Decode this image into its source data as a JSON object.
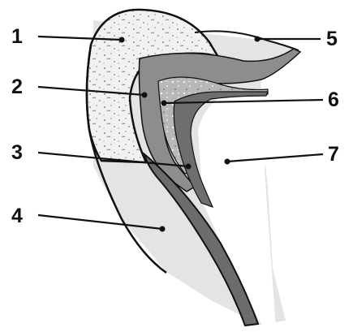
{
  "labels": [
    "1",
    "2",
    "3",
    "4",
    "5",
    "6",
    "7"
  ],
  "colors": {
    "outer_pale": "#e4e4e4",
    "speckled_light": "#f1f1f1",
    "band_mid": "#8d8d8d",
    "inner_speckled": "#b5b5b5",
    "core_dark": "#6c6c6c",
    "white_region": "#ffffff",
    "outline": "#111111"
  }
}
